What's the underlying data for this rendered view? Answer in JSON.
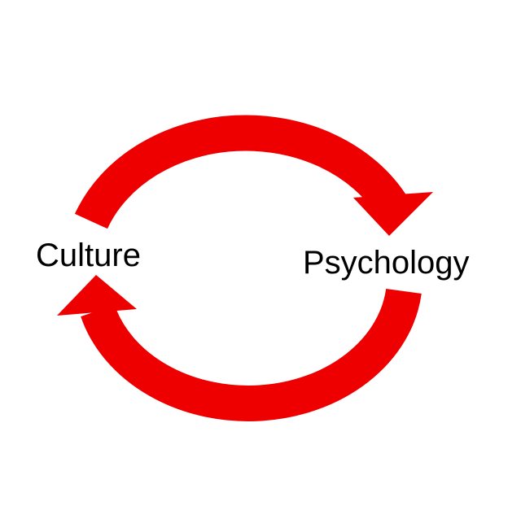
{
  "diagram": {
    "type": "cycle",
    "nodes": [
      {
        "id": "culture",
        "label": "Culture"
      },
      {
        "id": "psychology",
        "label": "Psychology"
      }
    ],
    "edges": [
      {
        "from": "culture",
        "to": "psychology",
        "direction": "clockwise-top"
      },
      {
        "from": "psychology",
        "to": "culture",
        "direction": "clockwise-bottom"
      }
    ],
    "colors": {
      "arrow": "#ee0000",
      "text": "#000000",
      "background": "#ffffff"
    }
  }
}
